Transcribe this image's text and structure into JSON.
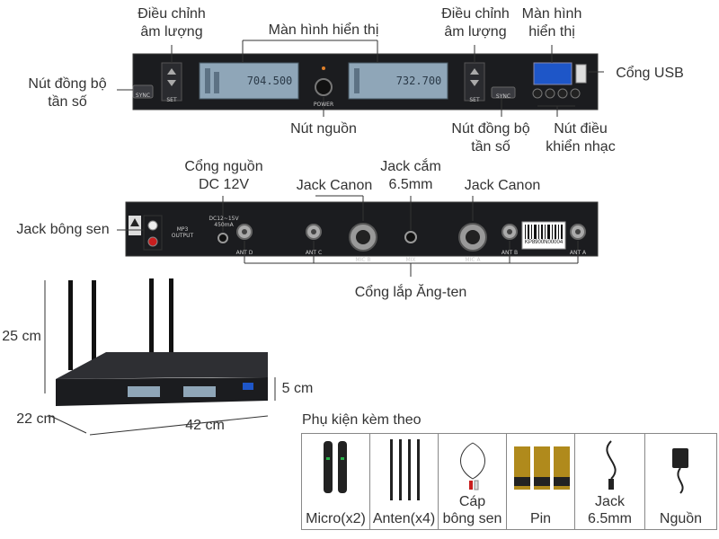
{
  "labels": {
    "volume_left": [
      "Điều chỉnh",
      "âm lượng"
    ],
    "display_center": "Màn hình hiển thị",
    "volume_right": [
      "Điều chỉnh",
      "âm lượng"
    ],
    "display_right": [
      "Màn hình",
      "hiển thị"
    ],
    "sync_left": [
      "Nút đồng bộ",
      "tần số"
    ],
    "usb_port": "Cổng USB",
    "power_button": "Nút nguồn",
    "sync_right": [
      "Nút đồng bộ",
      "tần số"
    ],
    "music_control": [
      "Nút điều",
      "khiển nhạc"
    ],
    "dc_port": [
      "Cổng nguồn",
      "DC 12V"
    ],
    "jack_6_5": [
      "Jack cắm",
      "6.5mm"
    ],
    "canon_left": "Jack Canon",
    "canon_right": "Jack Canon",
    "rca_jack": "Jack bông sen",
    "antenna_ports": "Cổng lắp Ăng-ten",
    "dim_height": "25 cm",
    "dim_depth": "22 cm",
    "dim_width": "42 cm",
    "dim_thickness": "5 cm",
    "accessories_title": "Phụ kiện kèm theo"
  },
  "front_panel": {
    "screen_left": "704.500",
    "screen_right": "732.700",
    "set": "SET",
    "sync": "SYNC",
    "power": "POWER"
  },
  "rear_panel": {
    "ant_d": "ANT D",
    "ant_c": "ANT C",
    "mic_b": "MIC B",
    "mix": "MIX",
    "mic_a": "MIC A",
    "ant_b": "ANT B",
    "ant_a": "ANT A",
    "serial": "KP8900N00004",
    "dc_spec": [
      "DC12~15V",
      "450mA"
    ],
    "mp3_output": [
      "MP3",
      "OUTPUT"
    ]
  },
  "accessories": [
    {
      "label": "Micro(x2)"
    },
    {
      "label": "Anten(x4)"
    },
    {
      "label": "Cáp\nbông sen"
    },
    {
      "label": "Pin"
    },
    {
      "label": "Jack\n6.5mm"
    },
    {
      "label": "Nguồn"
    }
  ]
}
